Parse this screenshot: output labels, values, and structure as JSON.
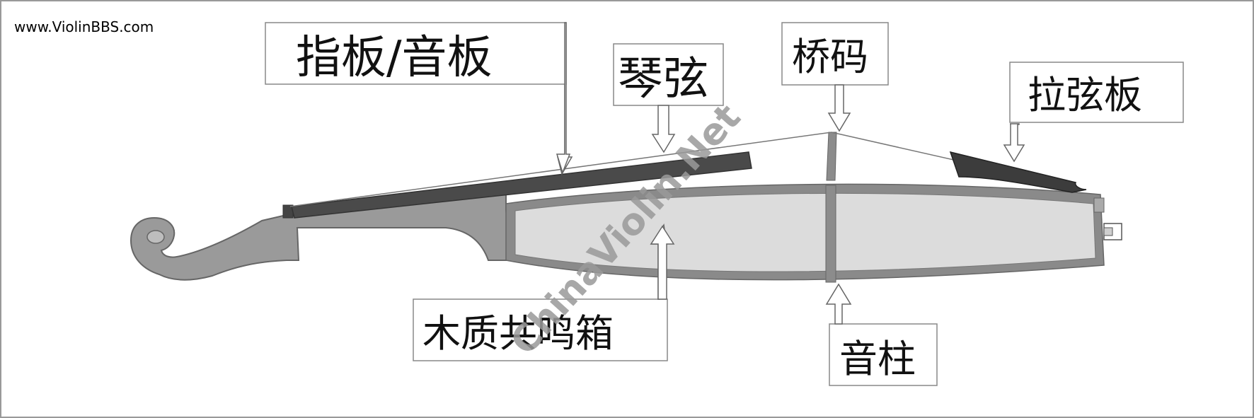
{
  "watermark_url": "www.ViolinBBS.com",
  "watermark_diagonal": "ChinaViolin.Net",
  "labels": {
    "fingerboard_top": "指板/音板",
    "strings": "琴弦",
    "bridge": "桥码",
    "tailpiece": "拉弦板",
    "body": "木质共鸣箱",
    "soundpost": "音柱"
  },
  "colors": {
    "scroll_neck": "#9a9a9a",
    "fingerboard": "#4a4a4a",
    "body_fill": "#dcdcdc",
    "body_edge": "#8a8a8a",
    "bridge": "#8c8c8c",
    "tailpiece": "#3c3c3c"
  }
}
